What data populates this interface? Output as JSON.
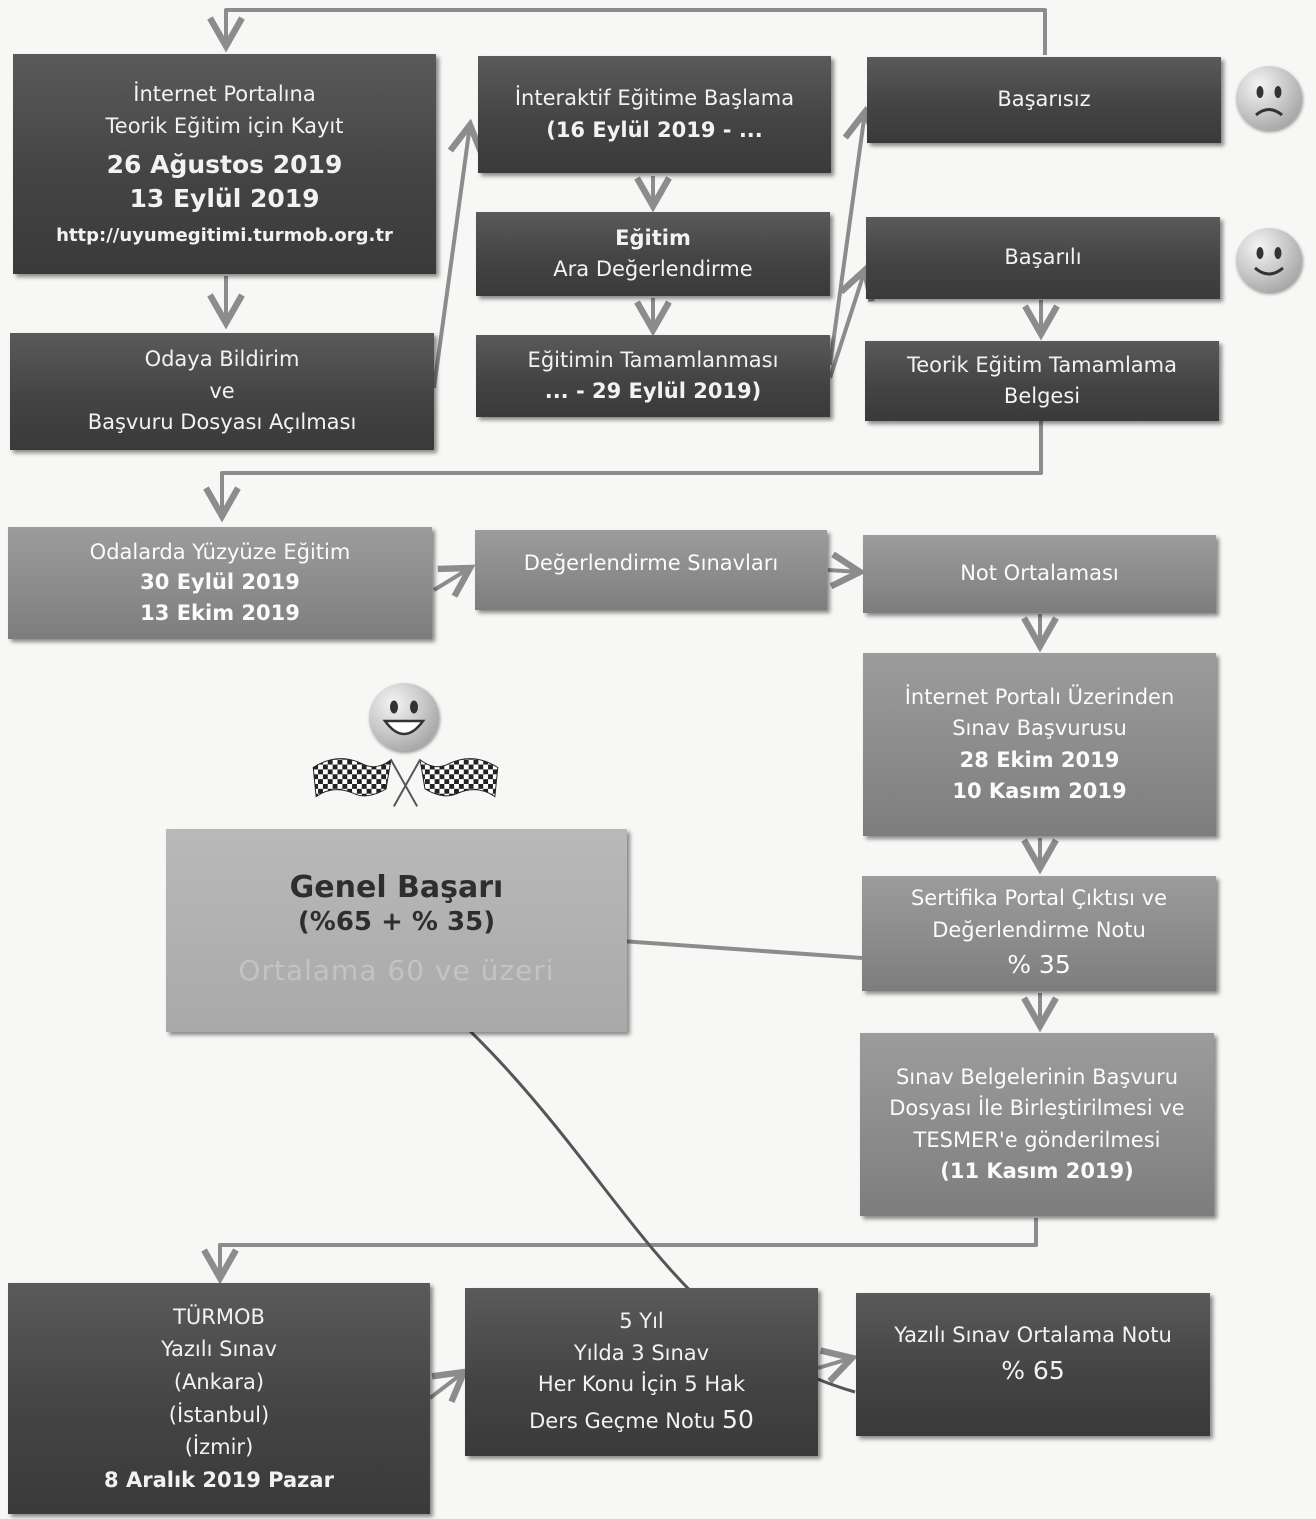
{
  "nodes": {
    "internet_kayit": {
      "lines": [
        "İnternet Portalına",
        "Teorik Eğitim için Kayıt"
      ],
      "date_start": "26 Ağustos 2019",
      "date_end": "13 Eylül 2019",
      "url": "http://uyumegitimi.turmob.org.tr"
    },
    "odaya_bildirim": {
      "lines": [
        "Odaya Bildirim",
        "ve",
        "Başvuru Dosyası Açılması"
      ]
    },
    "interaktif": {
      "line": "İnteraktif Eğitime Başlama",
      "bold": "(16 Eylül  2019 - ..."
    },
    "ara_degerlendirme": {
      "bold": "Eğitim",
      "line": "Ara Değerlendirme"
    },
    "tamamlanmasi": {
      "line": "Eğitimin Tamamlanması",
      "bold": "... - 29 Eylül 2019)"
    },
    "basarisiz": {
      "line": "Başarısız"
    },
    "basarili": {
      "line": "Başarılı"
    },
    "tamamlama_belgesi": {
      "lines": [
        "Teorik Eğitim Tamamlama",
        "Belgesi"
      ]
    },
    "yuzyuze": {
      "line": "Odalarda Yüzyüze Eğitim",
      "date_start": "30 Eylül 2019",
      "date_end": "13 Ekim 2019"
    },
    "degerlendirme_sinavlari": {
      "line": "Değerlendirme  Sınavları"
    },
    "not_ortalamasi": {
      "line": "Not Ortalaması"
    },
    "sinav_basvurusu": {
      "lines": [
        "İnternet Portalı Üzerinden",
        "Sınav Başvurusu"
      ],
      "date_start": "28 Ekim 2019",
      "date_end": "10 Kasım 2019"
    },
    "sertifika": {
      "lines": [
        "Sertifika  Portal Çıktısı ve",
        "Değerlendirme Notu"
      ],
      "percent": "% 35"
    },
    "tesmer": {
      "lines": [
        "Sınav Belgelerinin Başvuru",
        "Dosyası İle Birleştirilmesi ve",
        "TESMER'e gönderilmesi"
      ],
      "bold": "(11 Kasım 2019)"
    },
    "turmob_sinav": {
      "lines": [
        "TÜRMOB",
        "Yazılı Sınav",
        "(Ankara)",
        "(İstanbul)",
        "(İzmir)"
      ],
      "bold": "8 Aralık 2019 Pazar"
    },
    "bes_yil": {
      "lines": [
        "5 Yıl",
        "Yılda 3 Sınav",
        "Her Konu İçin 5 Hak"
      ],
      "pass_label": "Ders Geçme Notu",
      "pass_value": "50"
    },
    "yazili_ortalama": {
      "line": "Yazılı Sınav Ortalama Notu",
      "percent": "% 65"
    },
    "genel_basari": {
      "title": "Genel Başarı",
      "formula": "(%65 + % 35)",
      "faint": "Ortalama  60 ve üzeri"
    }
  },
  "icons": {
    "sad_face": "sad-face-icon",
    "smile_face": "smile-face-icon",
    "grin_face": "grin-face-icon",
    "flags": "checkered-flags-icon"
  },
  "colors": {
    "dark_box": "#444444",
    "light_box": "#8a8a8a",
    "connector": "#8c8c8c"
  }
}
